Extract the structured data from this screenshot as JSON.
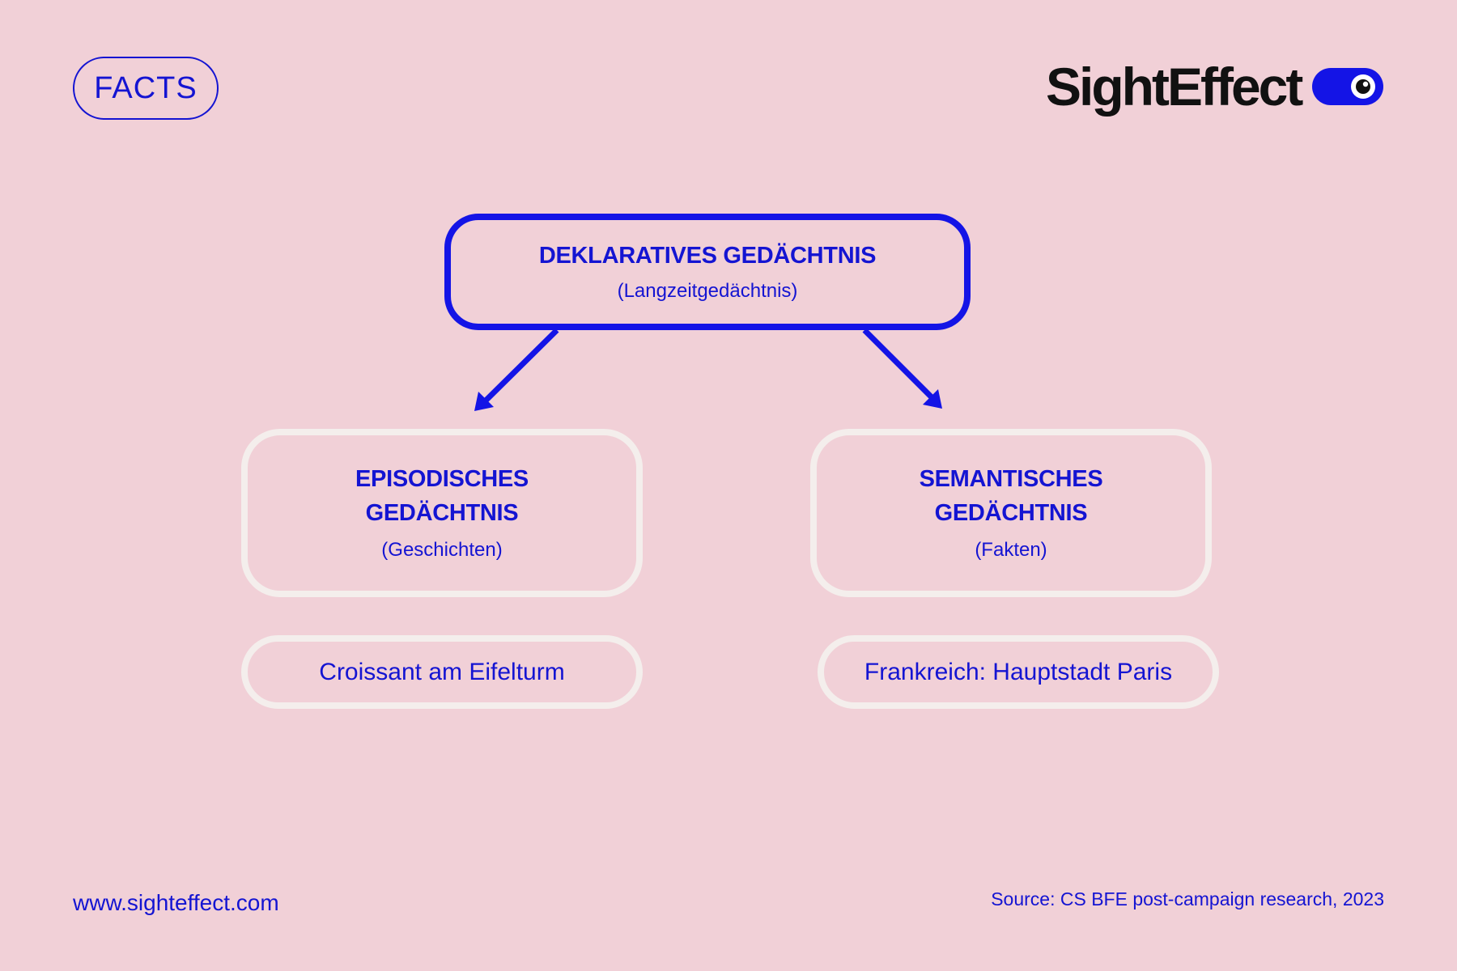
{
  "header": {
    "badge": "FACTS",
    "logo_text": "SightEffect",
    "logo_icon": "eye-toggle-icon"
  },
  "diagram": {
    "root": {
      "title": "DEKLARATIVES GEDÄCHTNIS",
      "subtitle": "(Langzeitgedächtnis)"
    },
    "children": [
      {
        "title_line1": "EPISODISCHES",
        "title_line2": "GEDÄCHTNIS",
        "subtitle": "(Geschichten)",
        "example": "Croissant am Eifelturm"
      },
      {
        "title_line1": "SEMANTISCHES",
        "title_line2": "GEDÄCHTNIS",
        "subtitle": "(Fakten)",
        "example": "Frankreich: Hauptstadt Paris"
      }
    ]
  },
  "footer": {
    "url": "www.sighteffect.com",
    "source": "Source: CS BFE post-campaign research, 2023"
  },
  "colors": {
    "background": "#f1d0d7",
    "accent": "#1414d2",
    "box_outline_light": "#f4eeec",
    "logo_text": "#111111"
  }
}
